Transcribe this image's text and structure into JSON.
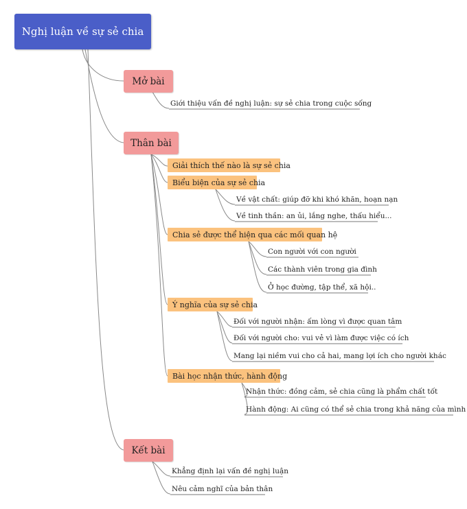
{
  "root": "Nghị luận về sự sẻ chia",
  "sections": {
    "mo_bai": {
      "label": "Mở bài",
      "items": [
        "Giới thiệu vấn đề nghị luận: sự sẻ chia trong cuộc sống"
      ]
    },
    "than_bai": {
      "label": "Thân bài",
      "subs": {
        "s1": {
          "label": "Giải thích thế nào là sự sẻ chia",
          "items": []
        },
        "s2": {
          "label": "Biểu biện của sự sẻ chia",
          "items": [
            "Về vật chất: giúp đỡ khi khó khăn, hoạn nạn",
            "Về tinh thần: an ủi, lắng nghe, thấu hiểu..."
          ]
        },
        "s3": {
          "label": "Chia sẻ được thể hiện qua các mối quan hệ",
          "items": [
            "Con người với con người",
            "Các thành viên trong gia đình",
            "Ở học đường, tập thể, xã hội.."
          ]
        },
        "s4": {
          "label": "Ý nghĩa của sự sẻ chia",
          "items": [
            "Đối với người nhận: ấm lòng vì được quan tâm",
            "Đối với người cho: vui vẻ vì làm được việc có ích",
            "Mang lại niềm vui cho cả hai, mang lợi ích cho người khác"
          ]
        },
        "s5": {
          "label": "Bài học nhận thức, hành động",
          "items": [
            "Nhận thức: đồng cảm, sẻ chia cũng là phẩm chất tốt",
            "Hành động: Ai cũng có thể sẻ chia trong khả năng của mình"
          ]
        }
      }
    },
    "ket_bai": {
      "label": "Kết bài",
      "items": [
        "Khẳng định lại vấn đề nghị luận",
        "Nêu cảm nghĩ của bản thân"
      ]
    }
  },
  "colors": {
    "root": "#4a5ec8",
    "section": "#f29a9a",
    "sub": "#fbc27e",
    "connector": "#888888"
  }
}
